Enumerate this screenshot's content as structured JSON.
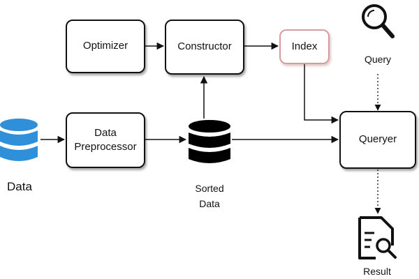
{
  "diagram": {
    "nodes": {
      "optimizer": {
        "label": "Optimizer"
      },
      "constructor": {
        "label": "Constructor"
      },
      "index": {
        "label": "Index",
        "border_color": "#d69c9c"
      },
      "data_preprocessor": {
        "label_line1": "Data",
        "label_line2": "Preprocessor"
      },
      "queryer": {
        "label": "Queryer"
      },
      "data": {
        "label": "Data",
        "icon": "database-icon",
        "icon_color": "#2f8fd8"
      },
      "sorted_data": {
        "label_line1": "Sorted",
        "label_line2": "Data",
        "icon": "database-icon",
        "icon_color": "#000000"
      },
      "query": {
        "label": "Query",
        "icon": "magnifier-icon"
      },
      "result": {
        "label": "Result",
        "icon": "document-search-icon"
      }
    },
    "edges": [
      {
        "from": "Data",
        "to": "Data Preprocessor",
        "style": "solid"
      },
      {
        "from": "Data Preprocessor",
        "to": "Sorted Data",
        "style": "solid"
      },
      {
        "from": "Sorted Data",
        "to": "Constructor",
        "style": "solid"
      },
      {
        "from": "Optimizer",
        "to": "Constructor",
        "style": "solid"
      },
      {
        "from": "Constructor",
        "to": "Index",
        "style": "solid"
      },
      {
        "from": "Index",
        "to": "Queryer",
        "style": "solid"
      },
      {
        "from": "Sorted Data",
        "to": "Queryer",
        "style": "solid"
      },
      {
        "from": "Query",
        "to": "Queryer",
        "style": "dotted"
      },
      {
        "from": "Queryer",
        "to": "Result",
        "style": "dotted"
      }
    ]
  }
}
